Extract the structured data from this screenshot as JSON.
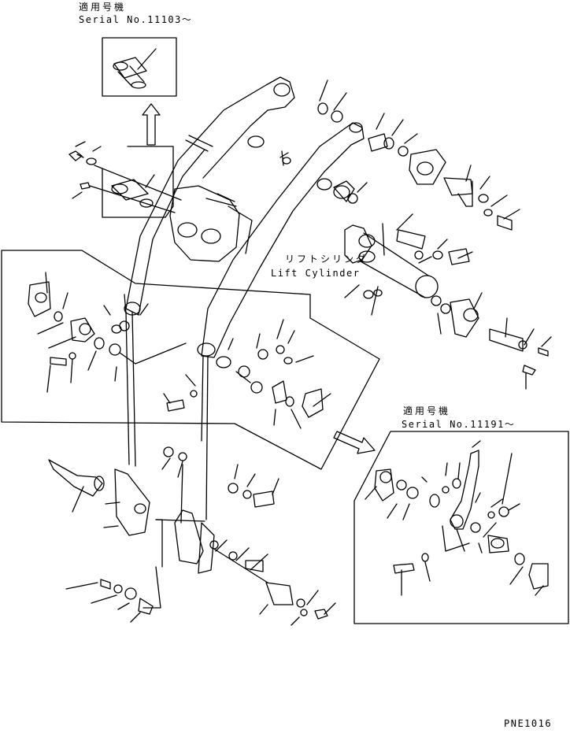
{
  "labels": {
    "applicable_top_jp": "適用号機",
    "serial_top": "Serial No.11103～",
    "lift_cylinder_jp": "リフトシリンダ",
    "lift_cylinder_en": "Lift Cylinder",
    "applicable_right_jp": "適用号機",
    "serial_right": "Serial No.11191～",
    "page_code": "PNE1016"
  }
}
